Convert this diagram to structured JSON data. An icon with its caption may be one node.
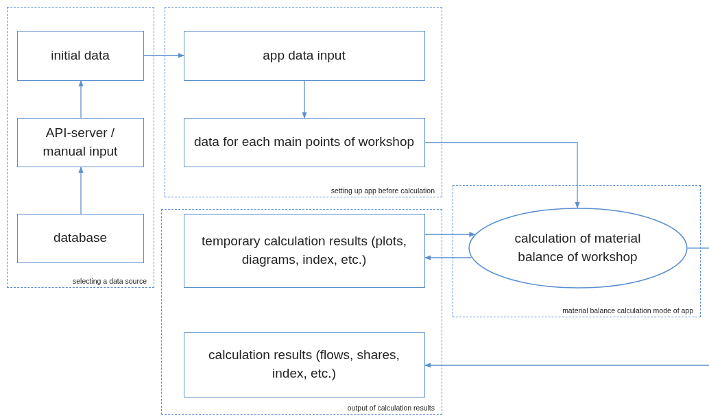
{
  "diagram": {
    "nodes": [
      {
        "text": [
          "selecting a data source"
        ]
      },
      {
        "text": [
          "initial data"
        ],
        "in": 0
      },
      {
        "text": [
          "API-server / manual input"
        ],
        "in": 0
      },
      {
        "text": [
          "database"
        ],
        "in": 0
      },
      {
        "text": [
          "setting up app before calculation"
        ]
      },
      {
        "text": [
          "app data input"
        ],
        "in": 4
      },
      {
        "text": [
          "data for each main points of  workshop"
        ],
        "in": 4
      },
      {
        "text": [
          "output of calculation results"
        ]
      },
      {
        "text": [
          "temporary calculation results (plots, diagrams, index, etc.)"
        ],
        "in": 7
      },
      {
        "text": [
          "calculation results (flows, shares, index, etc.)"
        ],
        "in": 7
      },
      {
        "text": [
          "material balance calculation mode of app"
        ]
      },
      {
        "text": [
          "calculation of material balance of workshop"
        ],
        "in": 10
      }
    ],
    "edges": [
      {
        "from": 1,
        "to": 5,
        "arrow": "to"
      },
      {
        "from": 2,
        "to": 1,
        "arrow": "to"
      },
      {
        "from": 3,
        "to": 2,
        "arrow": "to"
      },
      {
        "from": 5,
        "to": 6,
        "arrow": "to"
      },
      {
        "from": 6,
        "to": 11,
        "arrow": "to"
      },
      {
        "from": 8,
        "to": 11,
        "arrow": "to"
      },
      {
        "from": 11,
        "to": 8,
        "arrow": "to"
      },
      {
        "from": 11,
        "to": null,
        "arrow": "none"
      },
      {
        "from": null,
        "to": 9,
        "arrow": "to"
      }
    ]
  }
}
